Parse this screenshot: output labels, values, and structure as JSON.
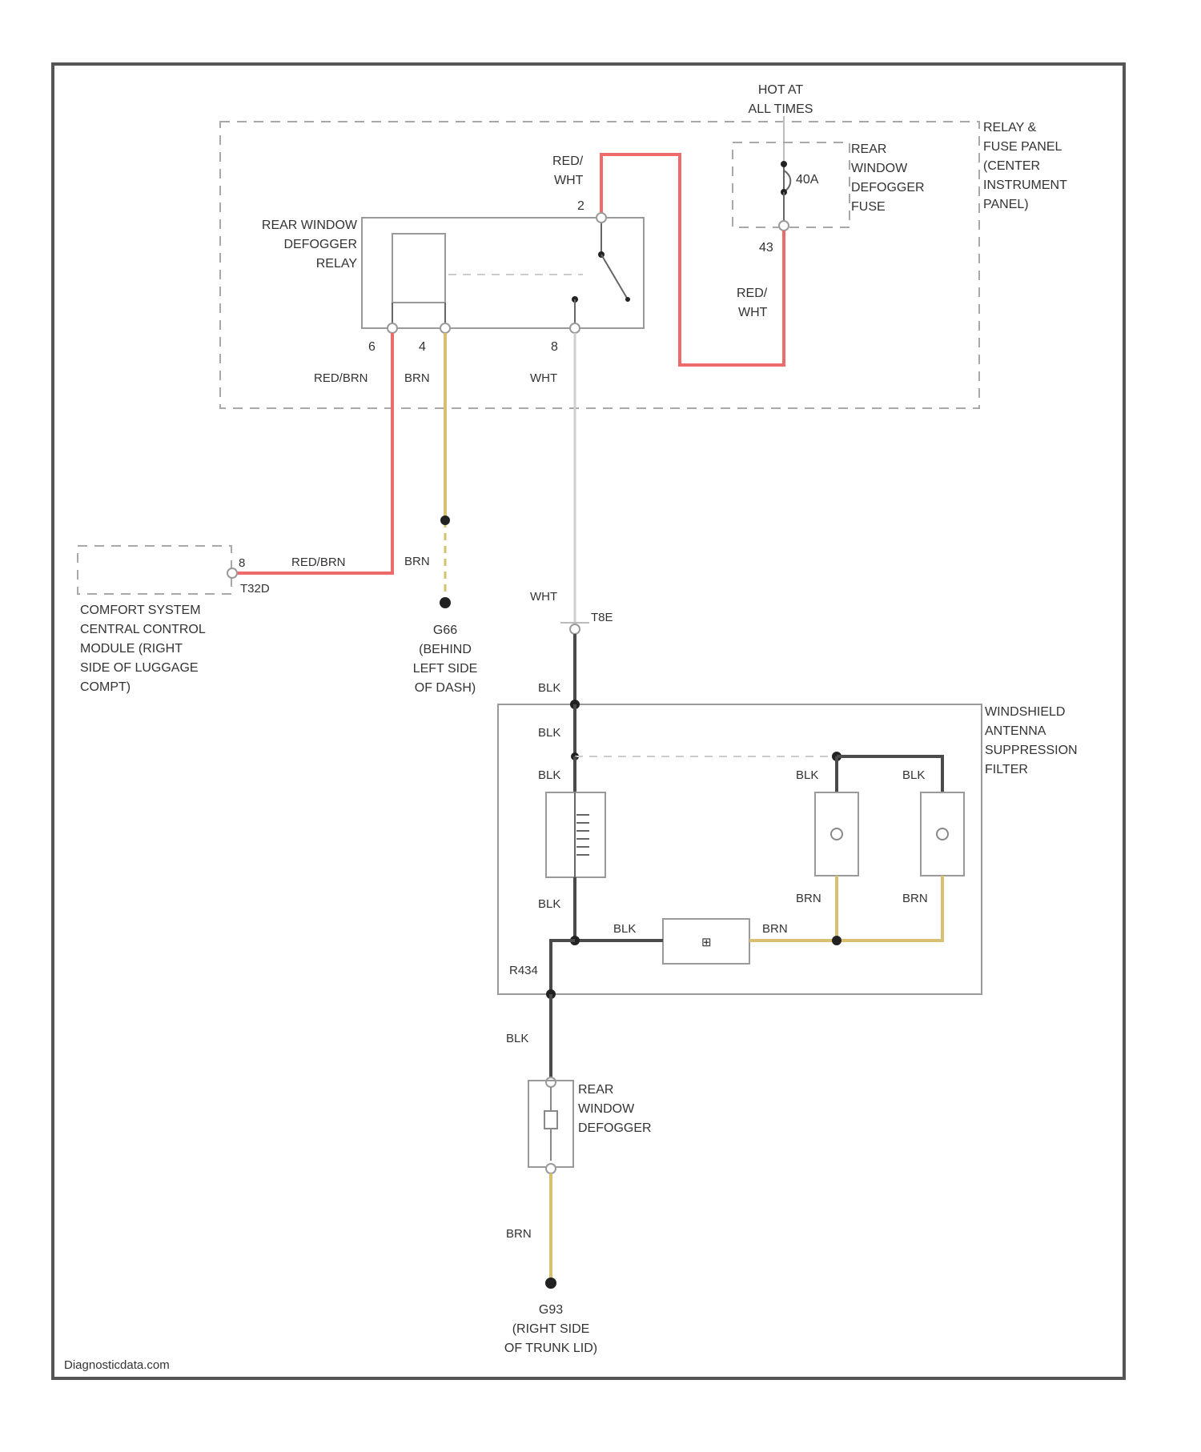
{
  "hot_at_all_times": [
    "HOT AT",
    "ALL TIMES"
  ],
  "relay_fuse_panel": [
    "RELAY &",
    "FUSE PANEL",
    "(CENTER",
    "INSTRUMENT",
    "PANEL)"
  ],
  "fuse": {
    "name": [
      "REAR",
      "WINDOW",
      "DEFOGGER",
      "FUSE"
    ],
    "rating": "40A",
    "terminal": "43"
  },
  "relay": {
    "name": [
      "REAR WINDOW",
      "DEFOGGER",
      "RELAY"
    ],
    "pins": [
      "2",
      "6",
      "4",
      "8"
    ]
  },
  "wires": {
    "red_wht_top": [
      "RED/",
      "WHT"
    ],
    "red_wht_right": [
      "RED/",
      "WHT"
    ],
    "red_brn_relay": "RED/BRN",
    "brn_relay": "BRN",
    "wht_relay": "WHT",
    "red_brn_module": "RED/BRN",
    "brn_ground": "BRN",
    "wht_connector": "WHT",
    "blk_1": "BLK",
    "blk_2": "BLK",
    "blk_3": "BLK",
    "blk_4": "BLK",
    "blk_5": "BLK",
    "blk_6": "BLK",
    "blk_7": "BLK",
    "brn_1": "BRN",
    "brn_2": "BRN",
    "brn_3": "BRN",
    "blk_8": "BLK",
    "brn_4": "BRN"
  },
  "comfort_module": {
    "pin": "8",
    "connector": "T32D",
    "name": [
      "COMFORT SYSTEM",
      "CENTRAL CONTROL",
      "MODULE (RIGHT",
      "SIDE OF LUGGAGE",
      "COMPT)"
    ]
  },
  "ground_dash": [
    "G66",
    "(BEHIND",
    "LEFT SIDE",
    "OF DASH)"
  ],
  "connector_t8e": "T8E",
  "antenna_filter": [
    "WINDSHIELD",
    "ANTENNA",
    "SUPPRESSION",
    "FILTER"
  ],
  "filter_terminal": "R434",
  "defogger": [
    "REAR",
    "WINDOW",
    "DEFOGGER"
  ],
  "ground_trunk": [
    "G93",
    "(RIGHT SIDE",
    "OF TRUNK LID)"
  ],
  "watermark": "Diagnosticdata.com"
}
